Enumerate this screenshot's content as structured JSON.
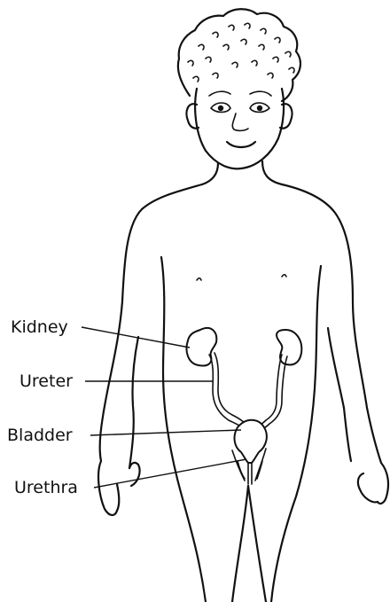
{
  "labels": {
    "kidney": "Kidney",
    "ureter": "Ureter",
    "bladder": "Bladder",
    "urethra": "Urethra"
  },
  "colors": {
    "ink": "#111111",
    "background": "#ffffff"
  }
}
